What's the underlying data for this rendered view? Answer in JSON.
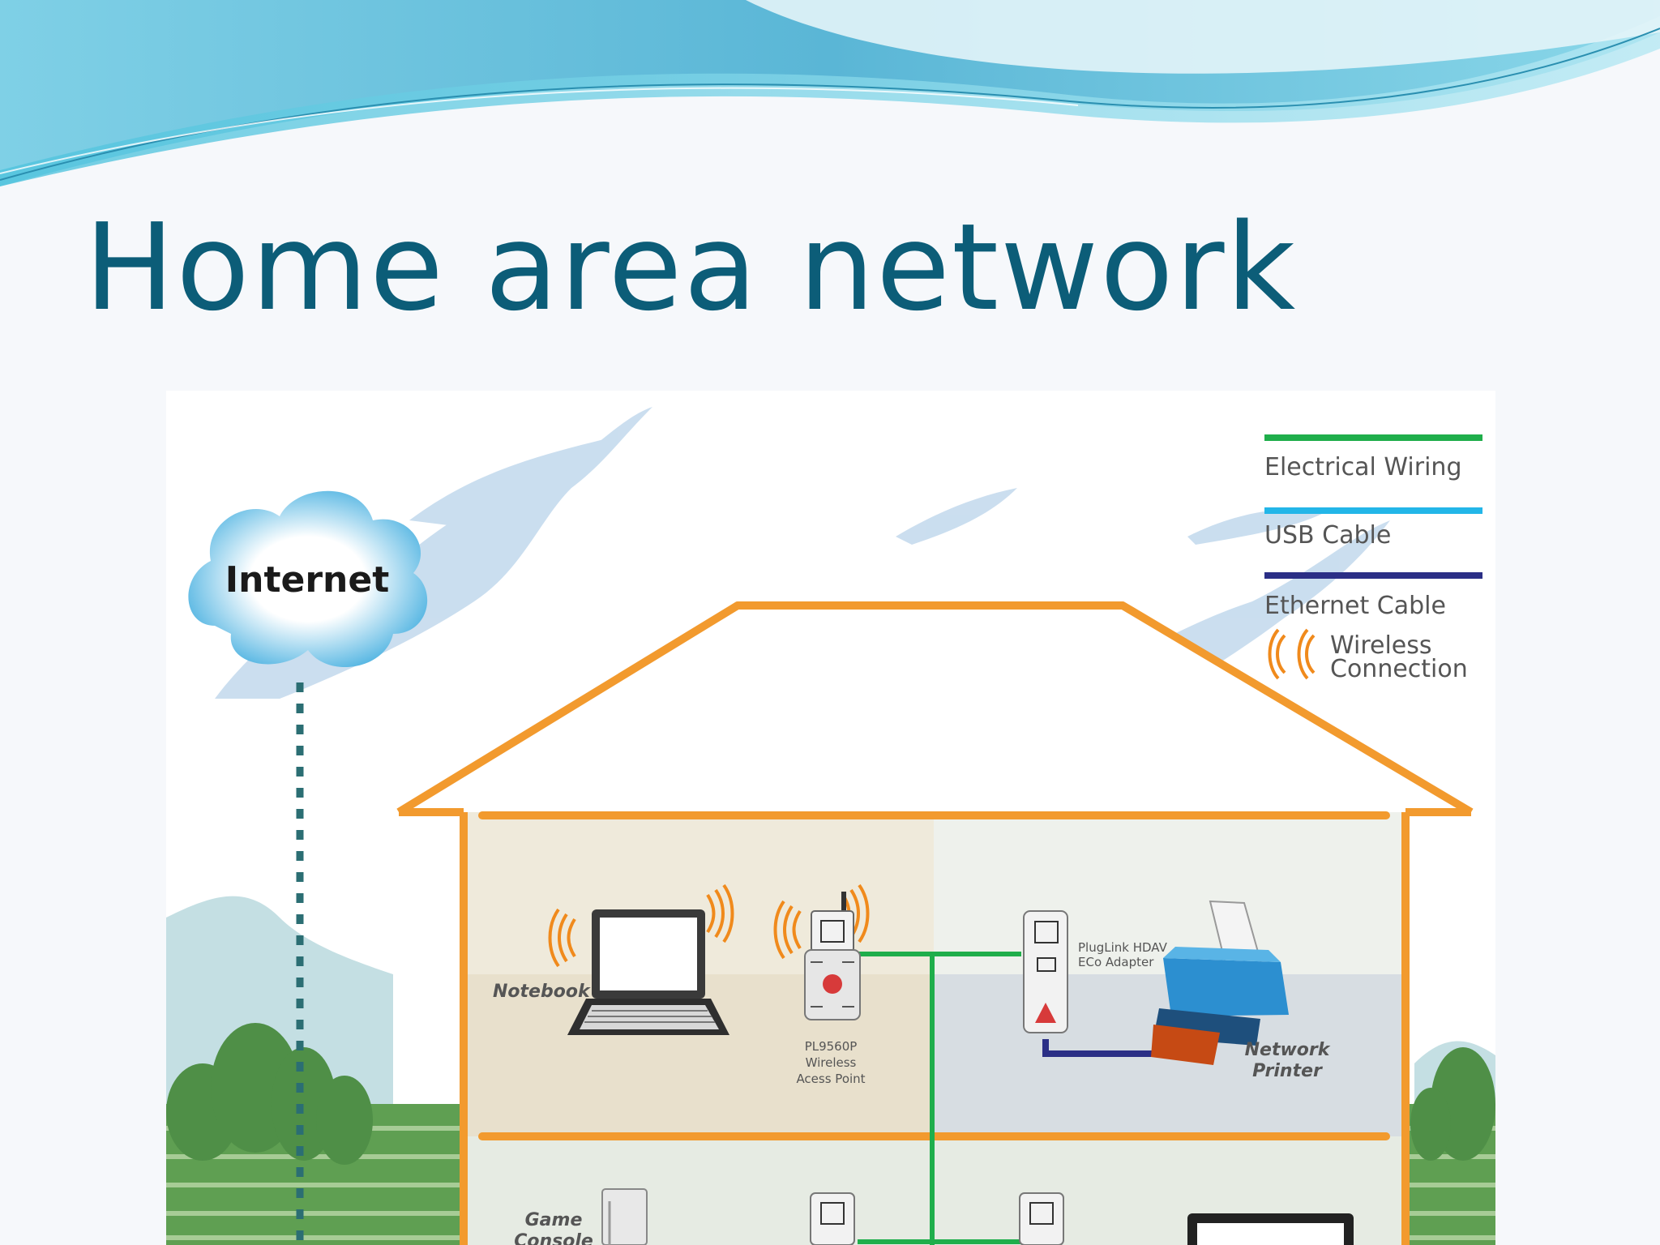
{
  "slide": {
    "title": "Home area network"
  },
  "diagram": {
    "internet_label": "Internet",
    "legend": {
      "electrical_wiring": "Electrical Wiring",
      "usb_cable": "USB Cable",
      "ethernet_cable": "Ethernet Cable",
      "wireless_line1": "Wireless",
      "wireless_line2": "Connection"
    },
    "devices": {
      "notebook": "Notebook",
      "access_point_line1": "PL9560P",
      "access_point_line2": "Wireless",
      "access_point_line3": "Acess Point",
      "adapter_line1": "PlugLink HDAV",
      "adapter_line2": "ECo Adapter",
      "printer_line1": "Network",
      "printer_line2": "Printer",
      "console_line1": "Game",
      "console_line2": "Console"
    },
    "colors": {
      "electrical_wiring": "#1fae4b",
      "usb_cable": "#23b6e8",
      "ethernet_cable": "#2b2f86",
      "wireless": "#f08a1c",
      "house_outline": "#f29a2e",
      "internet_line": "#2b6e73"
    }
  }
}
